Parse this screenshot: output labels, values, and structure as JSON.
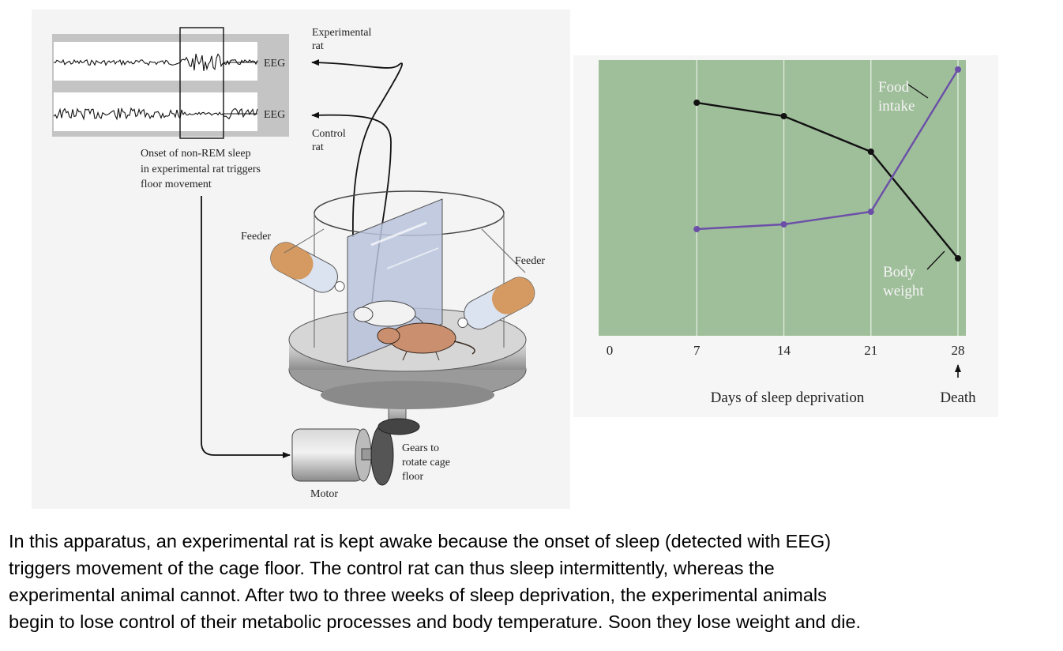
{
  "diagram": {
    "labels": {
      "experimental_rat": [
        "Experimental",
        "rat"
      ],
      "control_rat": [
        "Control",
        "rat"
      ],
      "eeg_top": "EEG",
      "eeg_bottom": "EEG",
      "onset_note": [
        "Onset of non-REM sleep",
        "in experimental rat triggers",
        "floor movement"
      ],
      "feeder_left": "Feeder",
      "feeder_right": "Feeder",
      "gears": [
        "Gears to",
        "rotate cage",
        "floor"
      ],
      "motor": "Motor"
    }
  },
  "chart_data": {
    "type": "line",
    "x": [
      7,
      14,
      21,
      28
    ],
    "xticks": [
      "0",
      "7",
      "14",
      "21",
      "28"
    ],
    "xlabel": "Days of sleep deprivation",
    "death_label": "Death",
    "series": [
      {
        "name": "Body weight",
        "label_lines": [
          "Body",
          "weight"
        ],
        "color": "#111111",
        "values": [
          1.0,
          0.97,
          0.85,
          0.42
        ]
      },
      {
        "name": "Food intake",
        "label_lines": [
          "Food",
          "intake"
        ],
        "color": "#6b4fa8",
        "values": [
          0.4,
          0.42,
          0.47,
          1.1
        ]
      }
    ],
    "grid": true,
    "background": "#9fbe9a"
  },
  "caption": {
    "lines": [
      "In this apparatus, an experimental rat is kept awake because the onset of sleep (detected with EEG)",
      "triggers movement of the cage floor. The control rat can thus sleep intermittently, whereas the",
      "experimental animal cannot. After two to three weeks of sleep deprivation, the experimental animals",
      "begin to lose control of their metabolic processes and body temperature.  Soon they lose weight and die."
    ]
  }
}
